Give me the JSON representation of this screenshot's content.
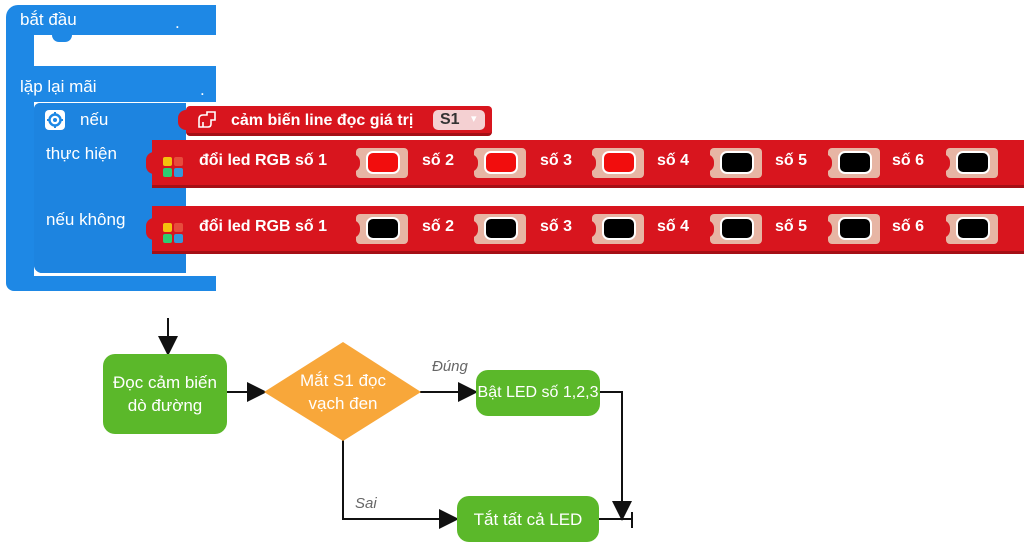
{
  "blocks": {
    "start_label": "bắt đầu",
    "start_dot": ".",
    "loop_label": "lặp lại mãi",
    "loop_dot": ".",
    "if_label": "nếu",
    "then_label": "thực hiện",
    "else_label": "nếu không",
    "condition": {
      "label": "cảm biến line đọc giá trị",
      "dropdown_value": "S1",
      "dropdown_arrow": "▾"
    },
    "rows": [
      {
        "label": "đổi led RGB số 1",
        "leds": [
          {
            "label": "",
            "color": "#f20d0d"
          },
          {
            "label": "số 2",
            "color": "#f20d0d"
          },
          {
            "label": "số 3",
            "color": "#f20d0d"
          },
          {
            "label": "số 4",
            "color": "#000000"
          },
          {
            "label": "số 5",
            "color": "#000000"
          },
          {
            "label": "số 6",
            "color": "#000000"
          }
        ]
      },
      {
        "label": "đổi led RGB số 1",
        "leds": [
          {
            "label": "",
            "color": "#000000"
          },
          {
            "label": "số 2",
            "color": "#000000"
          },
          {
            "label": "số 3",
            "color": "#000000"
          },
          {
            "label": "số 4",
            "color": "#000000"
          },
          {
            "label": "số 5",
            "color": "#000000"
          },
          {
            "label": "số 6",
            "color": "#000000"
          }
        ]
      }
    ],
    "colors": {
      "control_blue": "#1e88e5",
      "block_red": "#d8151e",
      "slot_beige": "#e7b5a4"
    }
  },
  "flowchart": {
    "read_sensor": "Đọc cảm biến dò đường",
    "decision": "Mắt S1 đọc vạch đen",
    "yes_label": "Đúng",
    "no_label": "Sai",
    "led_on": "Bật LED số 1,2,3",
    "led_off": "Tắt tất cả LED",
    "colors": {
      "process_green": "#5bb82a",
      "decision_orange": "#f8a73a"
    }
  }
}
